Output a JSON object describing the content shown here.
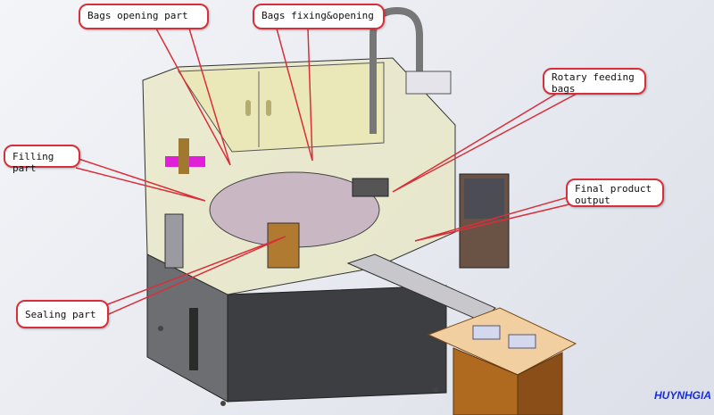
{
  "callouts": {
    "bags_opening": "Bags opening part",
    "bags_fixing": "Bags fixing&opening",
    "rotary_feeding": "Rotary feeding bags",
    "filling": "Filling part",
    "final_output": "Final product output",
    "sealing": "Sealing part"
  },
  "watermark": "HUYNHGIA",
  "colors": {
    "callout_border": "#d8303a",
    "watermark": "#1a2fd6"
  }
}
